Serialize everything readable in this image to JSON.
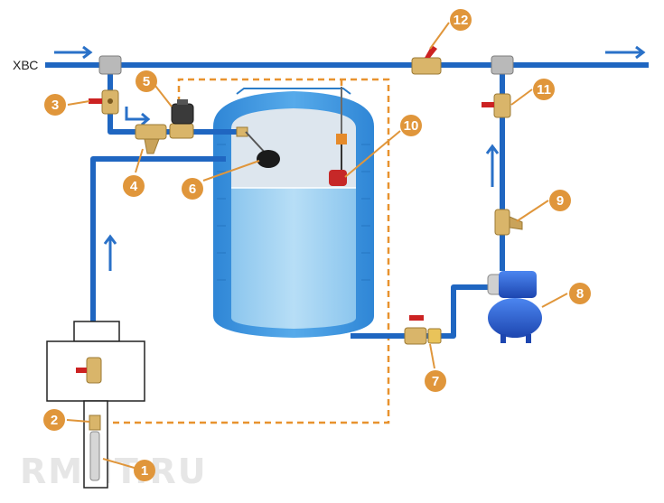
{
  "labels": {
    "main_pipe": "ХВС",
    "watermark": "RMNT.RU"
  },
  "callouts": [
    "1",
    "2",
    "3",
    "4",
    "5",
    "6",
    "7",
    "8",
    "9",
    "10",
    "11",
    "12"
  ],
  "colors": {
    "pipe": "#1f66c1",
    "tank": "#3b95e0",
    "water": "#a9d6f3",
    "air": "#dde6ee",
    "callout": "#e0963b",
    "signal_cable": "#e8922e",
    "valve_handle": "#cc2222",
    "brass": "#d9b56a",
    "pump": "#2c62d8",
    "arrow": "#2a71c8"
  },
  "icons": {
    "valve": "ball-valve-icon",
    "filter": "y-strainer-icon",
    "float_valve": "float-valve-icon",
    "float_switch": "float-switch-icon",
    "pump": "pumping-station-icon",
    "solenoid": "solenoid-valve-icon",
    "tee": "tee-fitting-icon",
    "check_valve": "check-valve-icon"
  }
}
